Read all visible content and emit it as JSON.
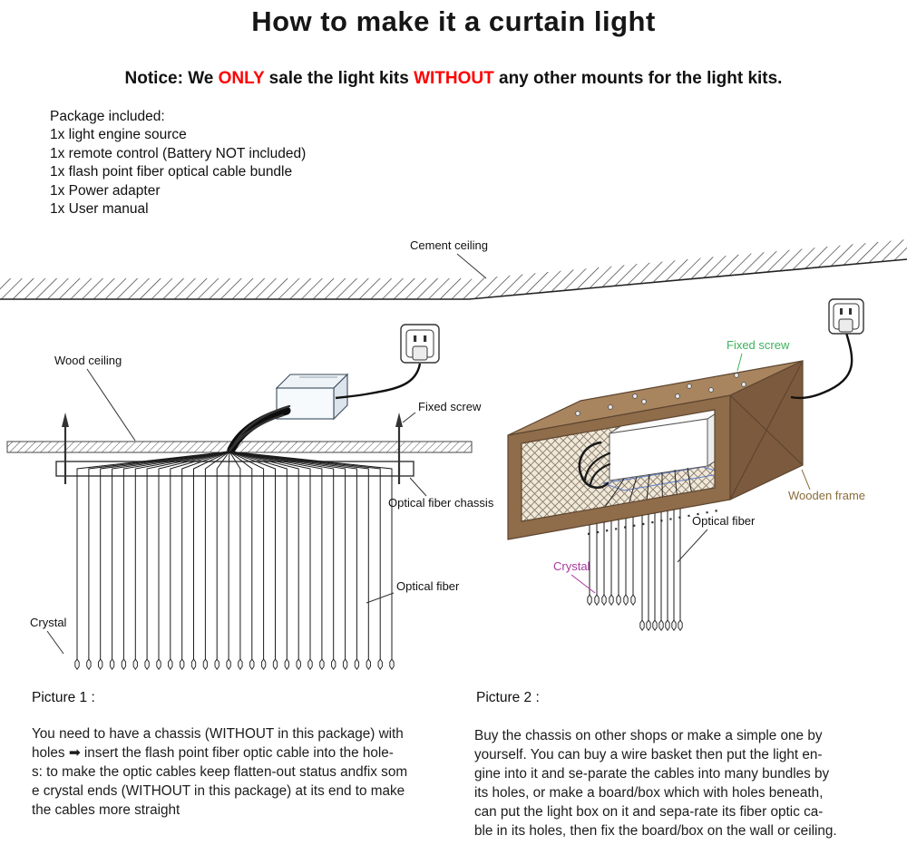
{
  "page": {
    "title": "How to make it a curtain light",
    "notice": {
      "prefix": "Notice: We ",
      "only": "ONLY",
      "middle": " sale the light kits ",
      "without": "WITHOUT",
      "suffix": " any other mounts for the light kits.",
      "highlight_color": "#fe0000"
    }
  },
  "package": {
    "heading": "Package included:",
    "items": [
      "1x light engine source",
      "1x remote control (Battery NOT included)",
      "1x flash point fiber optical cable bundle",
      "1x Power adapter",
      "1x User manual"
    ]
  },
  "diagram": {
    "cement_ceiling_label": "Cement ceiling",
    "left": {
      "wood_ceiling_label": "Wood ceiling",
      "fixed_screw_label": "Fixed screw",
      "chassis_label": "Optical fiber chassis",
      "optical_fiber_label": "Optical fiber",
      "crystal_label": "Crystal"
    },
    "right": {
      "fixed_screw_label": "Fixed screw",
      "wooden_frame_label": "Wooden frame",
      "optical_fiber_label": "Optical fiber",
      "crystal_label": "Crystal"
    },
    "colors": {
      "fixed_screw_green": "#3cb35c",
      "wooden_frame_brown": "#8a6d3b",
      "crystal_magenta": "#a83a9e",
      "wood_top": "#a8855f",
      "wood_front": "#8f6c4a",
      "wood_side": "#7c5a3d"
    }
  },
  "captions": {
    "picture1": "Picture 1 :",
    "picture2": "Picture 2 :"
  },
  "instructions": {
    "picture1_lines": [
      "You need to have a chassis (WITHOUT in this package) with",
      "holes  ➡  insert the flash point fiber optic cable into the hole-",
      "s: to make the optic cables keep flatten-out status andfix som",
      "e crystal ends (WITHOUT in this package) at its end to make",
      "the cables more straight"
    ],
    "picture2_lines": [
      "Buy the chassis on other shops or make a simple one by",
      "yourself. You can buy a wire basket then put the light en-",
      "gine into it and se-parate the cables into many bundles by",
      "its holes, or make a board/box which with holes beneath,",
      "can put the light box on it and sepa-rate its fiber optic ca-",
      "ble in its holes, then fix the board/box on the wall or ceiling."
    ]
  }
}
